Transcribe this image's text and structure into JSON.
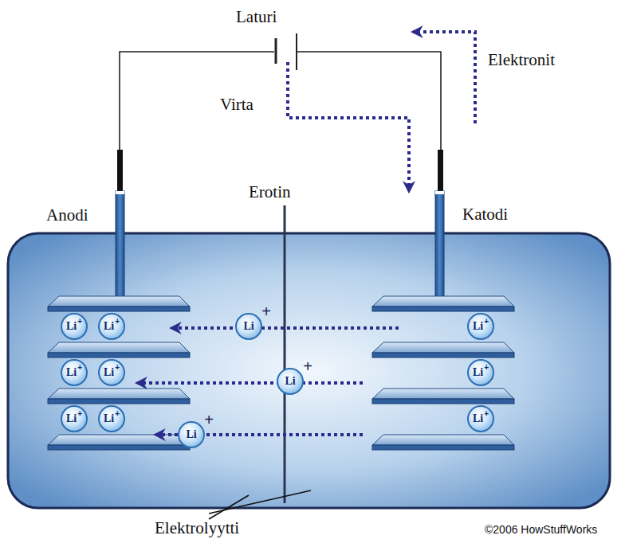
{
  "diagram": {
    "nodes": [
      {
        "text": [
          "Li",
          "+"
        ]
      },
      {
        "text": [
          "Li",
          "+"
        ]
      },
      {
        "text": [
          "Li",
          "+"
        ]
      },
      {
        "text": [
          "Li",
          "+"
        ]
      },
      {
        "text": [
          "Li",
          "+"
        ]
      },
      {
        "text": [
          "Li",
          "+"
        ]
      },
      {
        "text": [
          "Li",
          "+"
        ]
      },
      {
        "text": [
          "Li",
          "+"
        ]
      },
      {
        "text": [
          "Li",
          "+"
        ]
      },
      {
        "text": [
          "Li",
          "+"
        ]
      },
      {
        "text": [
          "Li",
          "+"
        ]
      },
      {
        "text": [
          "Li",
          "+"
        ]
      }
    ],
    "labels": [
      "Laturi",
      "Virta",
      "Elektronit",
      "Erotin",
      "Anodi",
      "Katodi",
      "Elektrolyytti",
      "©2006 HowStuffWorks"
    ]
  }
}
